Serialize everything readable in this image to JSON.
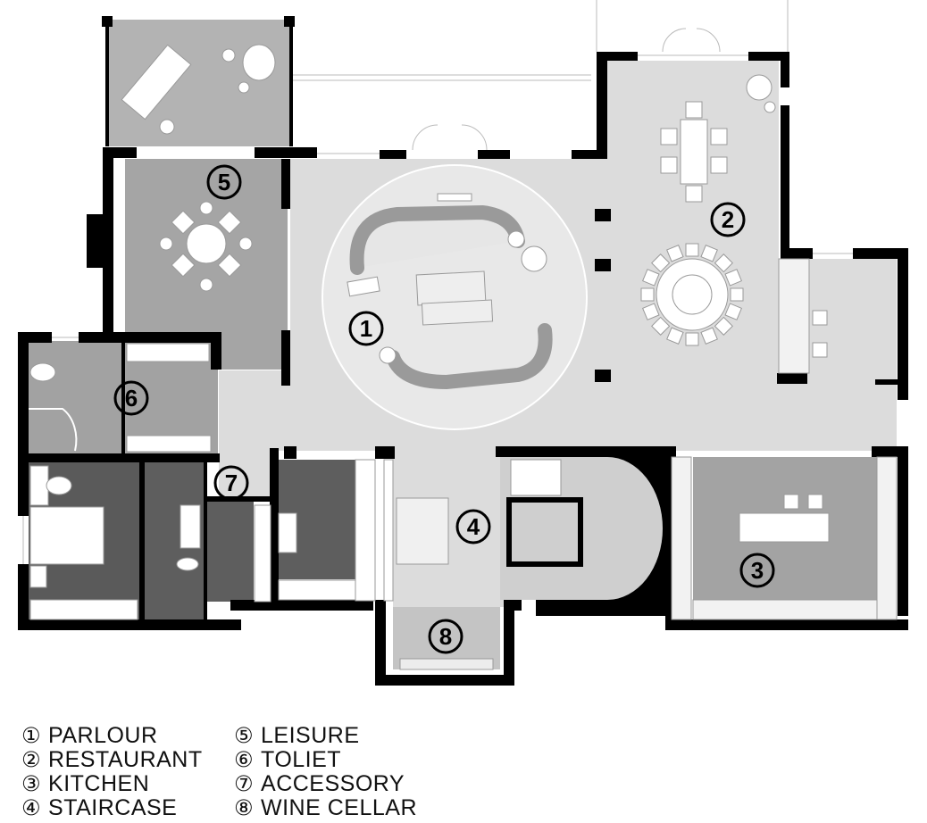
{
  "rooms": [
    {
      "id": "parlour",
      "number": "1"
    },
    {
      "id": "restaurant",
      "number": "2"
    },
    {
      "id": "kitchen",
      "number": "3"
    },
    {
      "id": "staircase",
      "number": "4"
    },
    {
      "id": "leisure",
      "number": "5"
    },
    {
      "id": "toilet",
      "number": "6"
    },
    {
      "id": "accessory",
      "number": "7"
    },
    {
      "id": "wine-cellar",
      "number": "8"
    }
  ],
  "legend": [
    {
      "symbol": "①",
      "label": "PARLOUR"
    },
    {
      "symbol": "②",
      "label": "RESTAURANT"
    },
    {
      "symbol": "③",
      "label": "KITCHEN"
    },
    {
      "symbol": "④",
      "label": "STAIRCASE"
    },
    {
      "symbol": "⑤",
      "label": "LEISURE"
    },
    {
      "symbol": "⑥",
      "label": "TOLIET"
    },
    {
      "symbol": "⑦",
      "label": "ACCESSORY"
    },
    {
      "symbol": "⑧",
      "label": "WINE CELLAR"
    }
  ],
  "colors": {
    "wall": "#000000",
    "floor_light": "#dcdcdc",
    "floor_mid": "#a7a7a7",
    "floor_dark": "#5b5b5b",
    "furniture": "#ffffff"
  }
}
